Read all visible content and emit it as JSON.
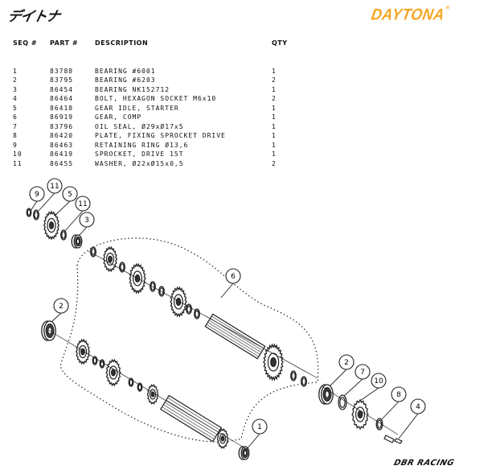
{
  "header": {
    "logo_japanese": "デイトナ",
    "logo_brand": "DAYTONA",
    "logo_brand_mark": "®"
  },
  "table": {
    "columns": [
      "SEQ #",
      "PART #",
      "DESCRIPTION",
      "QTY"
    ],
    "rows": [
      {
        "seq": "1",
        "part": "83788",
        "description": "BEARING #6001",
        "qty": "1"
      },
      {
        "seq": "2",
        "part": "83795",
        "description": "BEARING #6203",
        "qty": "2"
      },
      {
        "seq": "3",
        "part": "86454",
        "description": "BEARING NK152712",
        "qty": "1"
      },
      {
        "seq": "4",
        "part": "86464",
        "description": "BOLT, HEXAGON SOCKET M6x10",
        "qty": "2"
      },
      {
        "seq": "5",
        "part": "86418",
        "description": "GEAR IDLE, STARTER",
        "qty": "1"
      },
      {
        "seq": "6",
        "part": "86919",
        "description": "GEAR, COMP",
        "qty": "1"
      },
      {
        "seq": "7",
        "part": "83796",
        "description": "OIL SEAL, Ø29xØ17x5",
        "qty": "1"
      },
      {
        "seq": "8",
        "part": "86420",
        "description": "PLATE, FIXING SPROCKET DRIVE",
        "qty": "1"
      },
      {
        "seq": "9",
        "part": "86463",
        "description": "RETAINING RING Ø13,6",
        "qty": "1"
      },
      {
        "seq": "10",
        "part": "86419",
        "description": "SPROCKET, DRIVE 15T",
        "qty": "1"
      },
      {
        "seq": "11",
        "part": "86455",
        "description": "WASHER, Ø22xØ15x0,5",
        "qty": "2"
      }
    ]
  },
  "callouts": [
    "9",
    "11",
    "5",
    "11",
    "3",
    "6",
    "2",
    "1",
    "2",
    "7",
    "10",
    "8",
    "4"
  ],
  "footer": {
    "logo": "DBR RACING"
  },
  "colors": {
    "brand_orange": "#f5a623",
    "ink": "#111111"
  }
}
